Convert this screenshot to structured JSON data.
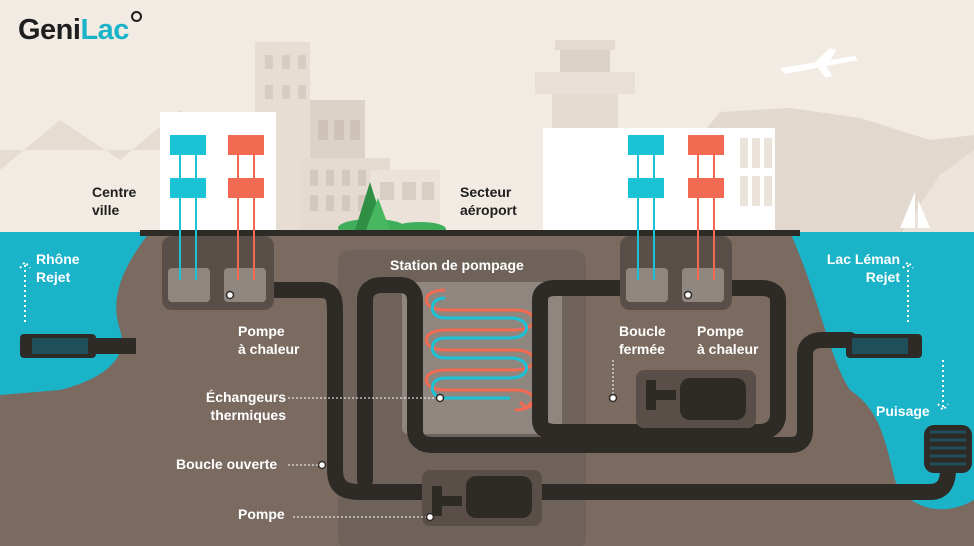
{
  "logo": {
    "part1": "Geni",
    "part2": "Lac"
  },
  "colors": {
    "sky": "#f2ebe3",
    "ground": "#7a6a5f",
    "water": "#1bb3c8",
    "pipe": "#2e2a26",
    "cold": "#1bc3d6",
    "hot": "#f26a52",
    "building": "#ffffff",
    "station": "#6e625a",
    "text_dark": "#1e1e1e",
    "text_light": "#ffffff"
  },
  "labels": {
    "centre_ville": [
      "Centre",
      "ville"
    ],
    "secteur_aeroport": [
      "Secteur",
      "aéroport"
    ],
    "station": "Station de pompage",
    "rhone": [
      "Rhône",
      "Rejet"
    ],
    "lac": [
      "Lac Léman",
      "Rejet"
    ],
    "puisage": "Puisage",
    "pac_left": [
      "Pompe",
      "à chaleur"
    ],
    "pac_right": [
      "Pompe",
      "à chaleur"
    ],
    "boucle_fermee": [
      "Boucle",
      "fermée"
    ],
    "echangeurs": [
      "Échangeurs",
      "thermiques"
    ],
    "boucle_ouverte": "Boucle ouverte",
    "pompe": "Pompe"
  }
}
